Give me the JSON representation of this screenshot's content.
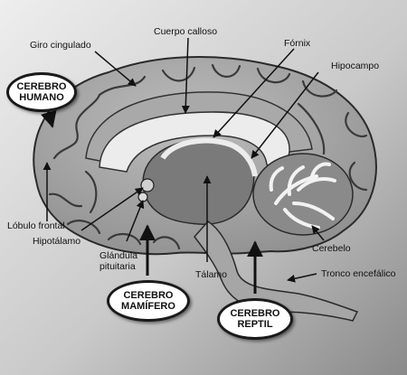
{
  "labels": {
    "cuerpo_calloso": "Cuerpo calloso",
    "giro_cingulado": "Giro cingulado",
    "fornix": "Fórnix",
    "hipocampo": "Hipocampo",
    "lobulo_frontal": "Lóbulo frontal",
    "hipotalamo": "Hipotálamo",
    "glandula_l1": "Glándula",
    "glandula_l2": "pituitaria",
    "talamo": "Tálamo",
    "cerebelo": "Cerebelo",
    "tronco": "Tronco encefálico"
  },
  "badges": {
    "humano_l1": "CEREBRO",
    "humano_l2": "HUMANO",
    "mamifero_l1": "CEREBRO",
    "mamifero_l2": "MAMÍFERO",
    "reptil_l1": "CEREBRO",
    "reptil_l2": "REPTIL"
  }
}
